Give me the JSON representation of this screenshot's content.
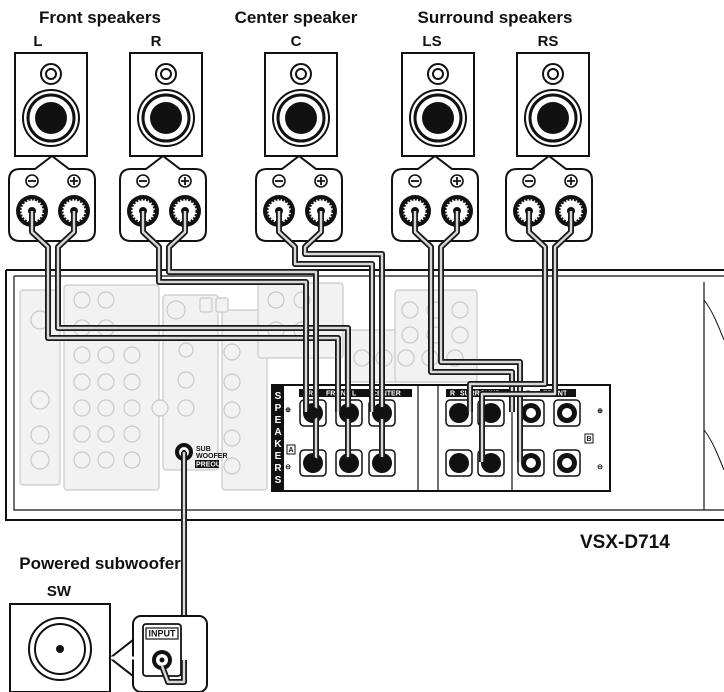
{
  "diagram": {
    "groups": {
      "front": "Front speakers",
      "center": "Center speaker",
      "surround": "Surround speakers",
      "subwoofer": "Powered subwoofer"
    },
    "channels": {
      "front_left": "L",
      "front_right": "R",
      "center": "C",
      "surround_left": "LS",
      "surround_right": "RS",
      "subwoofer": "SW"
    },
    "model": "VSX-D714",
    "subwoofer_input_label": "INPUT",
    "terminal_panel": {
      "speakers_letters": [
        "S",
        "P",
        "E",
        "A",
        "K",
        "E",
        "R",
        "S"
      ],
      "section_a": "A",
      "section_b": "B",
      "front_label": "FRONT",
      "center_label": "CENTER",
      "surround_label": "SURROUND",
      "front_label_b": "FRONT",
      "r": "R",
      "l": "L"
    },
    "sub_output_labels": [
      "SUB",
      "WOOFER",
      "PREOUT"
    ]
  }
}
